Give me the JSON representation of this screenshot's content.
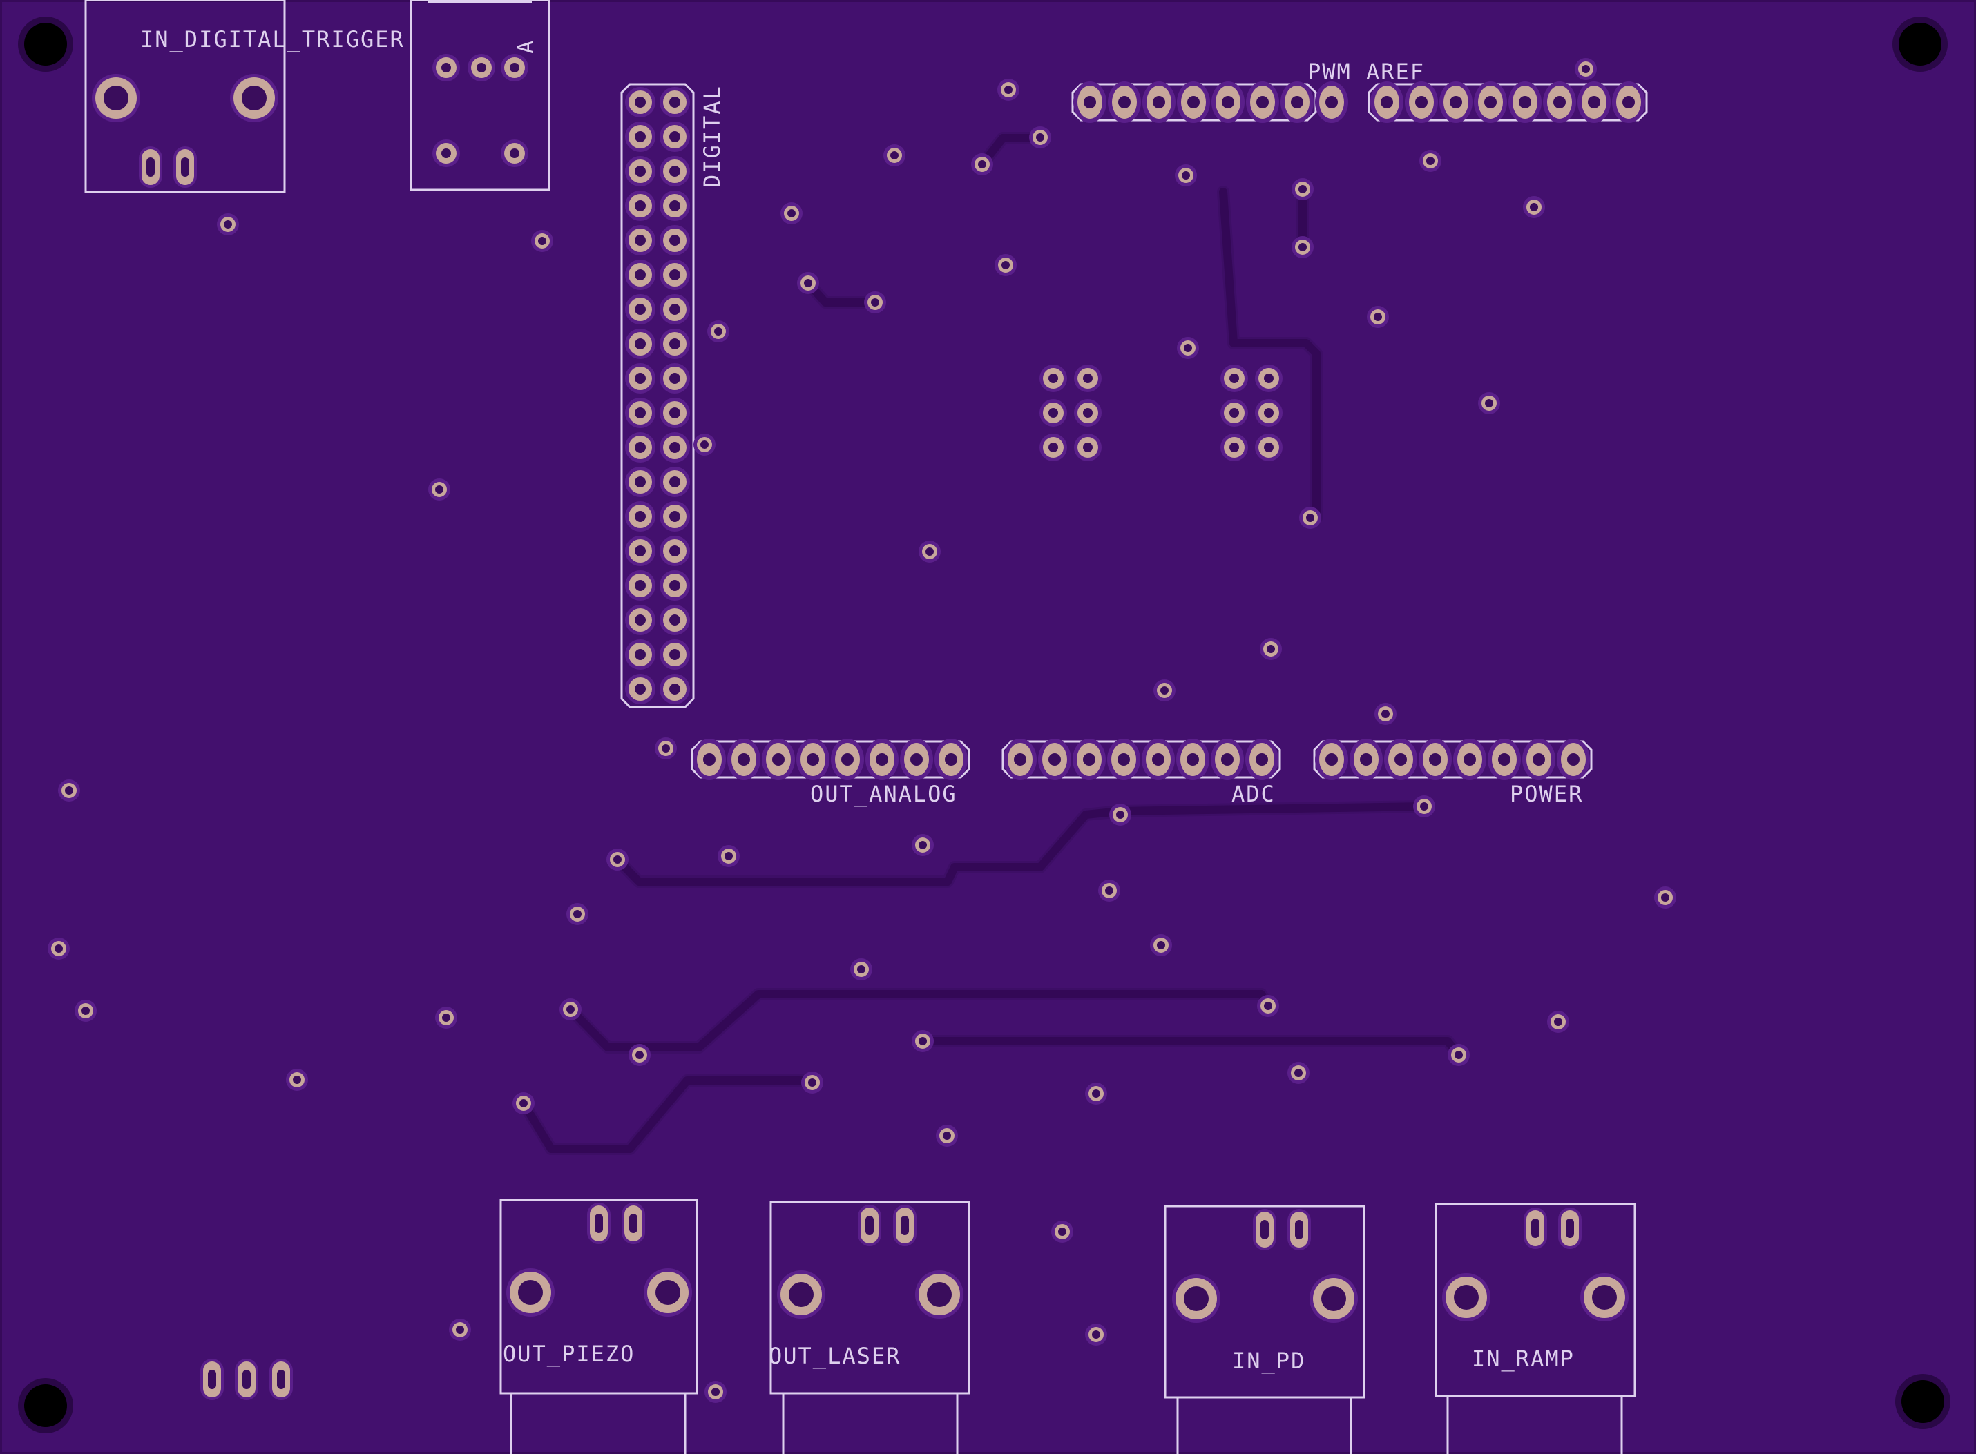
{
  "colors": {
    "background": "#000000",
    "board": "#43106e",
    "board_edge": "#360a59",
    "trace": "#330856",
    "trace_outline": "#3d0e66",
    "pad_ring": "#5a1f8a",
    "copper": "#c8a89b",
    "hole": "#3a0d5c",
    "silkscreen": "#ded0ee",
    "mount_hole": "#000000",
    "mount_ring": "#2a0747"
  },
  "labels": {
    "in_digital_trigger": "IN_DIGITAL_TRIGGER",
    "top_connector": "A",
    "digital": "DIGITAL",
    "pwm": "PWM",
    "aref": "AREF",
    "out_analog": "OUT_ANALOG",
    "adc": "ADC",
    "power": "POWER",
    "out_piezo": "OUT_PIEZO",
    "out_laser": "OUT_LASER",
    "in_pd": "IN_PD",
    "in_ramp": "IN_RAMP"
  }
}
